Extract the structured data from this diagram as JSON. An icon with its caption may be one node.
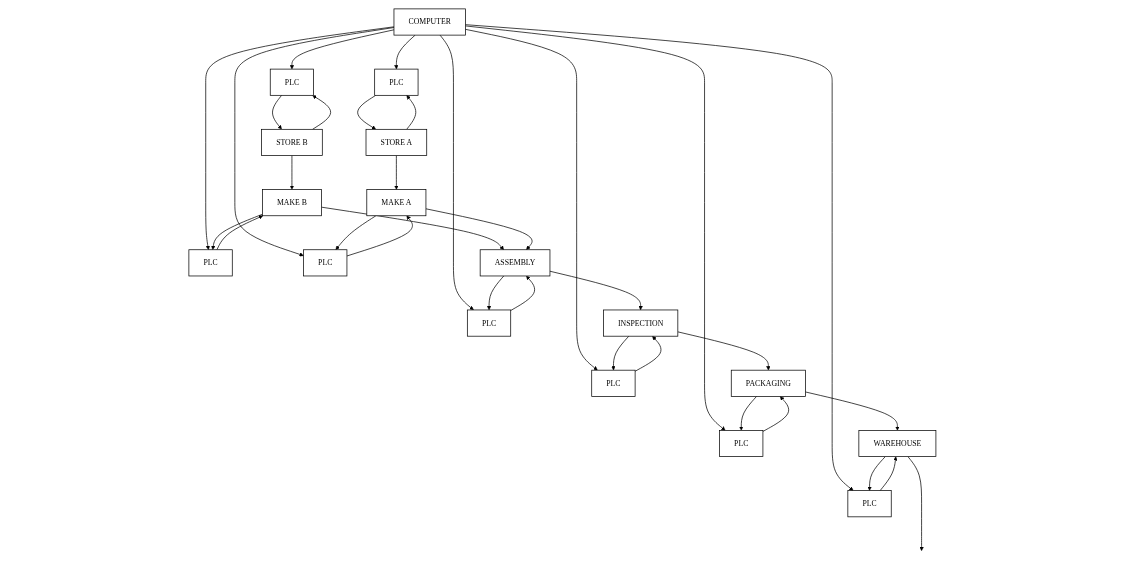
{
  "diagram": {
    "nodes": [
      {
        "text": [
          "COMPUTER"
        ]
      },
      {
        "text": [
          "PLC"
        ]
      },
      {
        "text": [
          "PLC"
        ]
      },
      {
        "text": [
          "PLC"
        ]
      },
      {
        "text": [
          "PLC"
        ]
      },
      {
        "text": [
          "PLC"
        ]
      },
      {
        "text": [
          "PLC"
        ]
      },
      {
        "text": [
          "PLC"
        ]
      },
      {
        "text": [
          "PLC"
        ]
      },
      {
        "text": [
          "STORE B"
        ]
      },
      {
        "text": [
          "STORE A"
        ]
      },
      {
        "text": [
          "MAKE B"
        ]
      },
      {
        "text": [
          "MAKE A"
        ]
      },
      {
        "text": [
          "ASSEMBLY"
        ]
      },
      {
        "text": [
          "INSPECTION"
        ]
      },
      {
        "text": [
          "PACKAGING"
        ]
      },
      {
        "text": [
          "WAREHOUSE"
        ]
      }
    ],
    "edges": [
      {
        "from": 0,
        "to": 1,
        "arrow": "to"
      },
      {
        "from": 0,
        "to": 2,
        "arrow": "to"
      },
      {
        "from": 0,
        "to": 3,
        "arrow": "to"
      },
      {
        "from": 0,
        "to": 4,
        "arrow": "to"
      },
      {
        "from": 0,
        "to": 5,
        "arrow": "to"
      },
      {
        "from": 0,
        "to": 6,
        "arrow": "to"
      },
      {
        "from": 0,
        "to": 7,
        "arrow": "to"
      },
      {
        "from": 0,
        "to": 8,
        "arrow": "to"
      },
      {
        "from": 9,
        "to": 1,
        "arrow": "to"
      },
      {
        "from": 1,
        "to": 9,
        "arrow": "to"
      },
      {
        "from": 10,
        "to": 2,
        "arrow": "to"
      },
      {
        "from": 2,
        "to": 10,
        "arrow": "to"
      },
      {
        "from": 11,
        "to": 3,
        "arrow": "to"
      },
      {
        "from": 3,
        "to": 11,
        "arrow": "to"
      },
      {
        "from": 12,
        "to": 4,
        "arrow": "to"
      },
      {
        "from": 4,
        "to": 12,
        "arrow": "to"
      },
      {
        "from": 13,
        "to": 5,
        "arrow": "to"
      },
      {
        "from": 5,
        "to": 13,
        "arrow": "to"
      },
      {
        "from": 14,
        "to": 6,
        "arrow": "to"
      },
      {
        "from": 6,
        "to": 14,
        "arrow": "to"
      },
      {
        "from": 15,
        "to": 7,
        "arrow": "to"
      },
      {
        "from": 7,
        "to": 15,
        "arrow": "to"
      },
      {
        "from": 16,
        "to": 8,
        "arrow": "to"
      },
      {
        "from": 8,
        "to": 16,
        "arrow": "to"
      },
      {
        "from": 9,
        "to": 11,
        "arrow": "to"
      },
      {
        "from": 10,
        "to": 12,
        "arrow": "to"
      },
      {
        "from": 11,
        "to": 13,
        "arrow": "to"
      },
      {
        "from": 12,
        "to": 13,
        "arrow": "to"
      },
      {
        "from": 13,
        "to": 14,
        "arrow": "to"
      },
      {
        "from": 14,
        "to": 15,
        "arrow": "to"
      },
      {
        "from": 15,
        "to": 16,
        "arrow": "to"
      },
      {
        "from": 16,
        "to": null,
        "arrow": "to"
      }
    ]
  }
}
